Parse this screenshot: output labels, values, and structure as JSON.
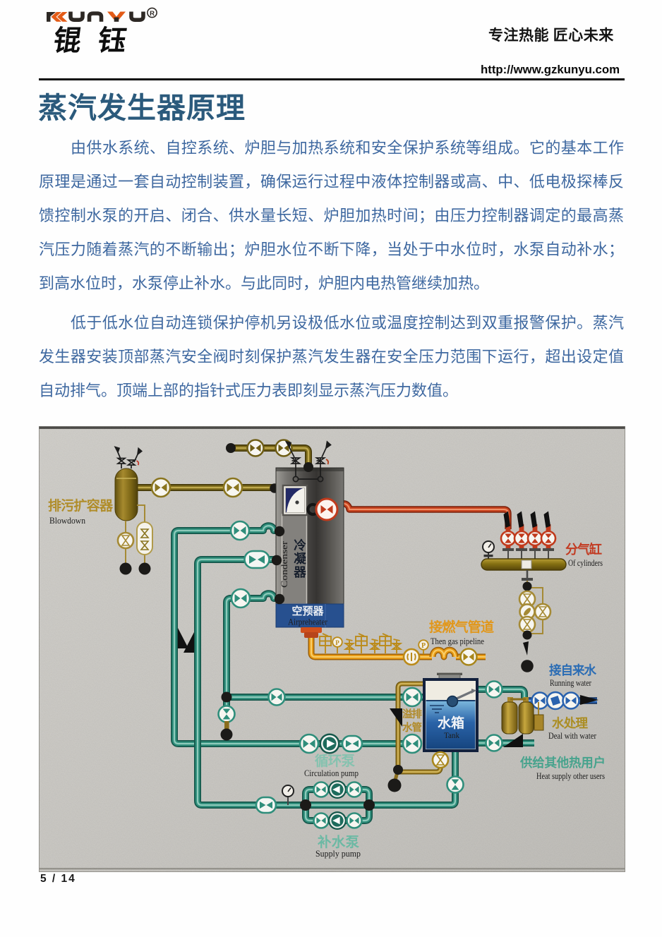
{
  "header": {
    "logo_text": "KUNYU",
    "logo_reg": "R",
    "logo_cjk": "锟钰",
    "tagline": "专注热能  匠心未来",
    "url": "http://www.gzkunyu.com"
  },
  "title": "蒸汽发生器原理",
  "paragraphs": [
    {
      "lines": [
        "由供水系统、自控系统、炉胆与加热系统和安全保护系统等组成。它的基本工作",
        "原理是通过一套自动控制装置，确保运行过程中液体控制器或高、中、低电极探棒反",
        "馈控制水泵的开启、闭合、供水量长短、炉胆加热时间；由压力控制器调定的最高蒸",
        "汽压力随着蒸汽的不断输出；炉胆水位不断下降，当处于中水位时，水泵自动补水；",
        "到高水位时，水泵停止补水。与此同时，炉胆内电热管继续加热。"
      ]
    },
    {
      "lines": [
        "低于低水位自动连锁保护停机另设极低水位或温度控制达到双重报警保护。蒸汽",
        "发生器安装顶部蒸汽安全阀时刻保护蒸汽发生器在安全压力范围下运行，超出设定值",
        "自动排气。顶端上部的指针式压力表即刻显示蒸汽压力数值。"
      ]
    }
  ],
  "footer": {
    "page": "5 / 14"
  },
  "colors": {
    "title": "#2b5a7c",
    "body_text": "#3e68a0",
    "logo_orange": "#e35b17",
    "teal_pipe": "#2f8e7b",
    "olive_pipe": "#7d6b1a",
    "red_pipe": "#c9441f",
    "orange_pipe": "#e89b16",
    "blue_pipe": "#2a62ae",
    "diagram_bg": "#c9c7c2"
  },
  "diagram": {
    "labels": {
      "blowdown_cn": "排污扩容器",
      "blowdown_en": "Blowdown",
      "condenser_c1": "冷",
      "condenser_c2": "凝",
      "condenser_c3": "器",
      "condenser_en": "Condenser",
      "airpreheater_cn": "空预器",
      "airpreheater_en": "Airpreheater",
      "cylinders_cn": "分气缸",
      "cylinders_en": "Of cylinders",
      "gasline_cn": "接燃气管道",
      "gasline_en": "Then gas pipeline",
      "runwater_cn": "接自来水",
      "runwater_en": "Running water",
      "treat_cn": "水处理",
      "treat_en": "Deal with water",
      "heatusers_cn": "供给其他热用户",
      "heatusers_en": "Heat supply other users",
      "tank_cn": "水箱",
      "tank_en": "Tank",
      "overflow_l1": "溢排",
      "overflow_l2": "水管",
      "circpump_cn": "循环泵",
      "circpump_en": "Circulation pump",
      "supplypump_cn": "补水泵",
      "supplypump_en": "Supply pump",
      "gauge_p1": "P",
      "gauge_p2": "P"
    }
  }
}
